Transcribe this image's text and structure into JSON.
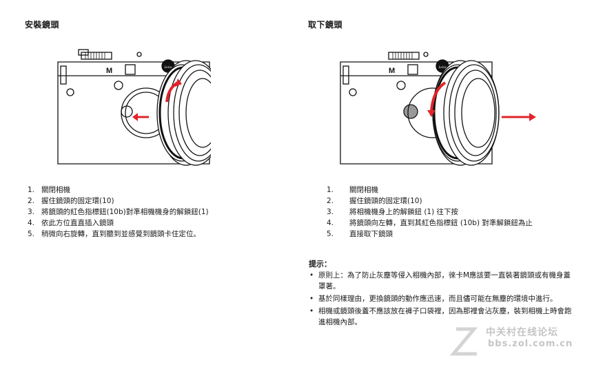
{
  "left": {
    "heading": "安裝鏡頭",
    "steps": [
      {
        "num": "1.",
        "text": "關閉相機"
      },
      {
        "num": "2.",
        "text": "握住鏡頭的固定環(10)"
      },
      {
        "num": "3.",
        "text": "將鏡頭的紅色指標鈕(10b)對準相機機身的解鎖鈕(1)"
      },
      {
        "num": "4.",
        "text": "依此方位直直插入鏡頭"
      },
      {
        "num": "5.",
        "text": "稍微向右旋轉，直到聽到並感覺到鏡頭卡住定位。"
      }
    ]
  },
  "right": {
    "heading": "取下鏡頭",
    "steps": [
      {
        "num": "1.",
        "text": "關閉相機"
      },
      {
        "num": "2.",
        "text": "握住鏡頭的固定環(10)"
      },
      {
        "num": "3.",
        "text": "將相機機身上的解鎖鈕 (1) 往下按"
      },
      {
        "num": "4.",
        "text": "將鏡頭向左轉，直到其紅色指標鈕 (10b) 對準解鎖鈕為止"
      },
      {
        "num": "5.",
        "text": "直接取下鏡頭"
      }
    ]
  },
  "tips": {
    "title": "提示：",
    "items": [
      "原則上：為了防止灰塵等侵入相機內部，徠卡M應該要一直裝著鏡頭或有機身蓋罩著。",
      "基於同樣理由，更換鏡頭的動作應迅速，而且儘可能在無塵的環境中進行。",
      "相機或鏡頭後蓋不應該放在褲子口袋裡，因為那裡會沾灰塵，裝到相機上時會跑進相機內部。"
    ],
    "bullet": "•"
  },
  "illustration": {
    "camera_label": "M",
    "logo_text": "Leica",
    "arrow_color": "#e0242a"
  },
  "watermark": {
    "site_name": "中关村在线论坛",
    "url": "bbs.zol.com.cn"
  }
}
